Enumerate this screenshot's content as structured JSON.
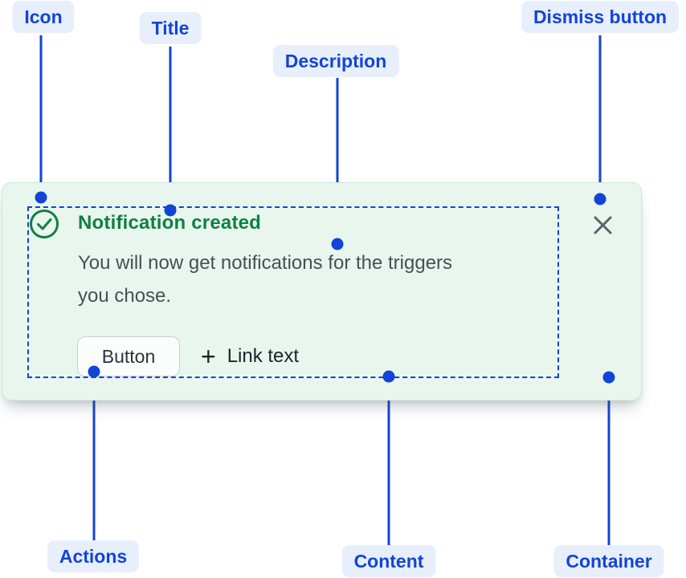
{
  "annotations": {
    "icon_label": "Icon",
    "title_label": "Title",
    "description_label": "Description",
    "dismiss_label": "Dismiss button",
    "actions_label": "Actions",
    "content_label": "Content",
    "container_label": "Container"
  },
  "flag": {
    "title": "Notification created",
    "description": "You will now get notifications for the triggers you chose.",
    "description_lines": [
      "You will now get notifications for the triggers",
      "you chose."
    ],
    "button_label": "Button",
    "link_plus": "+",
    "link_label": "Link text",
    "icon_name": "success-check-icon",
    "dismiss_icon_name": "close-icon"
  },
  "colors": {
    "annotation_blue": "#1244D6",
    "annotation_pill_bg": "#E8EFFC",
    "success_green": "#0F8043",
    "card_bg": "#E8F6EE",
    "card_border": "#CDEADB",
    "description_text": "#4A4E55",
    "dismiss_gray": "#5A6069",
    "button_border": "#C9CFD6",
    "button_bg": "#FBFCFC"
  }
}
